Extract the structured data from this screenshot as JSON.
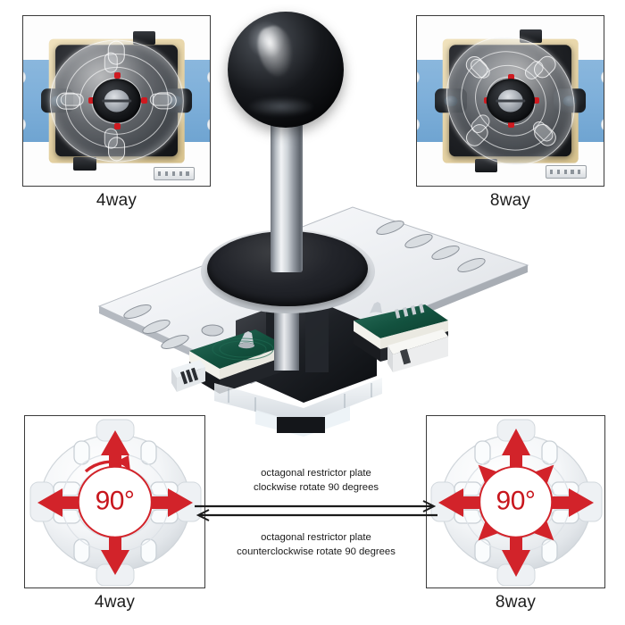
{
  "product": {
    "name": "arcade-joystick-ball-top",
    "ball_color": "#101216",
    "plate_color": "#f2f4f6",
    "pcb_color": "#14503f",
    "accent_red": "#cf1a20",
    "mount_plate_blue": "#7fb0da",
    "pcb_cream": "#e6d3a5"
  },
  "panels": {
    "top_left": {
      "caption": "4way",
      "restrictor_mode": "4way",
      "view": "top-down photo of joystick mechanism with square restrictor plate aligned to cardinal axes",
      "red_marker_count": 4
    },
    "top_right": {
      "caption": "8way",
      "restrictor_mode": "8way",
      "view": "top-down photo of joystick mechanism with restrictor plate rotated 45 degrees",
      "red_marker_count": 4
    },
    "bottom_left": {
      "caption": "4way",
      "degrees_label": "90°",
      "arrow_count": 4,
      "arrow_directions": [
        "up",
        "right",
        "down",
        "left"
      ],
      "has_rotation_arc": true
    },
    "bottom_right": {
      "caption": "8way",
      "degrees_label": "90°",
      "arrow_count": 8,
      "arrow_directions": [
        "up",
        "up-right",
        "right",
        "down-right",
        "down",
        "down-left",
        "left",
        "up-left"
      ],
      "has_rotation_arc": false
    }
  },
  "middle": {
    "top_line_1": "octagonal restrictor plate",
    "top_line_2": "clockwise rotate 90 degrees",
    "bottom_line_1": "octagonal restrictor plate",
    "bottom_line_2": "counterclockwise rotate 90 degrees",
    "top_arrow_direction": "right",
    "bottom_arrow_direction": "left"
  }
}
